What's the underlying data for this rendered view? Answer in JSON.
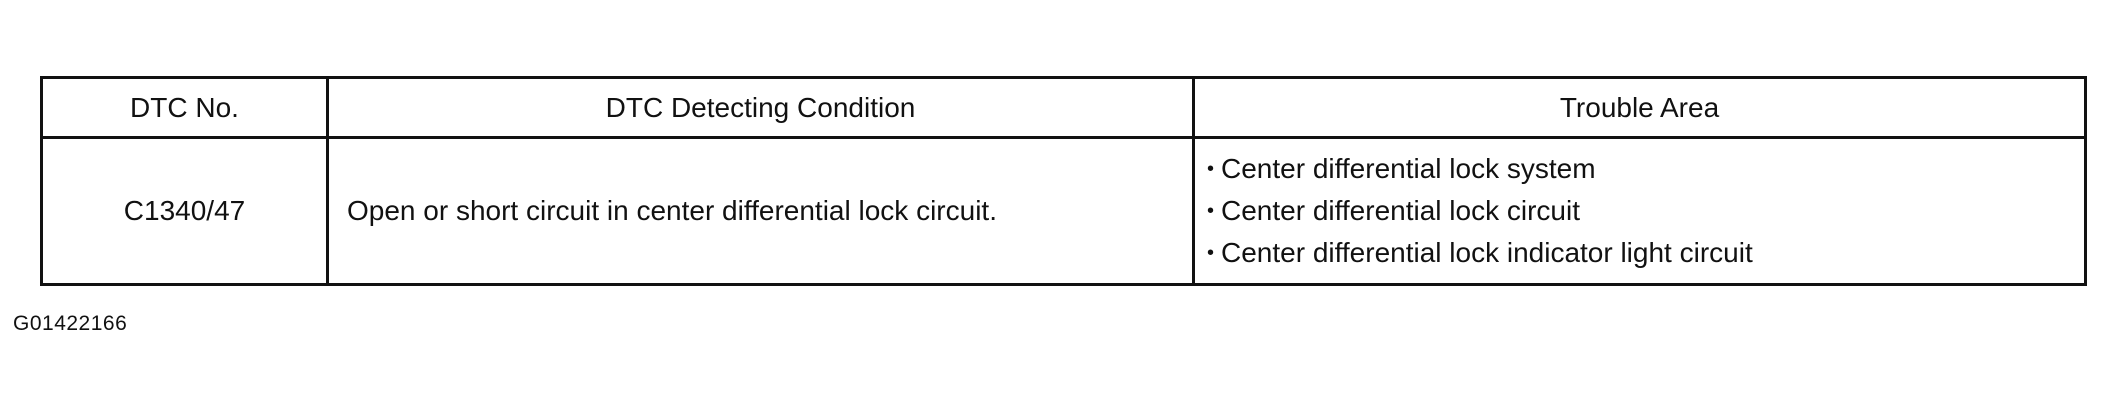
{
  "table": {
    "headers": {
      "dtc_no": "DTC No.",
      "condition": "DTC Detecting Condition",
      "trouble_area": "Trouble Area"
    },
    "rows": [
      {
        "dtc_no": "C1340/47",
        "condition": "Open or short circuit in center differential lock circuit.",
        "trouble_area": [
          "Center differential lock system",
          "Center differential lock circuit",
          "Center differential lock indicator light circuit"
        ]
      }
    ]
  },
  "figure_code": "G01422166",
  "bullet_glyph": "•"
}
